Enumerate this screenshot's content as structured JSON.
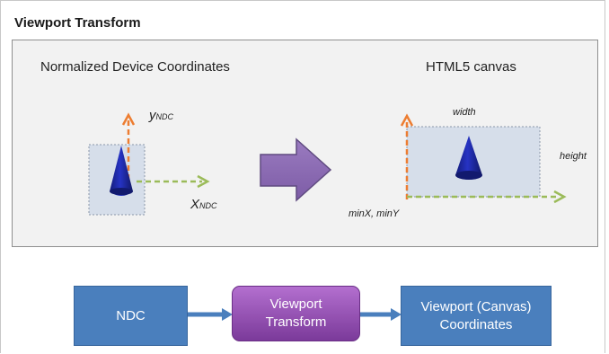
{
  "title": "Viewport Transform",
  "ndc_panel": {
    "label": "Normalized Device Coordinates",
    "y_axis": {
      "main": "y",
      "sub": "NDC"
    },
    "x_axis": {
      "main": "X",
      "sub": "NDC"
    }
  },
  "canvas_panel": {
    "label": "HTML5 canvas",
    "width_label": "width",
    "height_label": "height",
    "origin_label": "minX, minY"
  },
  "flow": {
    "ndc": "NDC",
    "transform": "Viewport\nTransform",
    "viewport_coords": "Viewport (Canvas)\nCoordinates"
  },
  "colors": {
    "panel_bg": "#f2f2f2",
    "viewport_rect": "#d6deea",
    "y_axis": "#ed7d31",
    "x_axis": "#9bbb59",
    "cone": "#1f2a9a",
    "transform_arrow": "#8064a2",
    "flow_blue": "#4a7fbd",
    "flow_purple": "#8e44ad"
  }
}
